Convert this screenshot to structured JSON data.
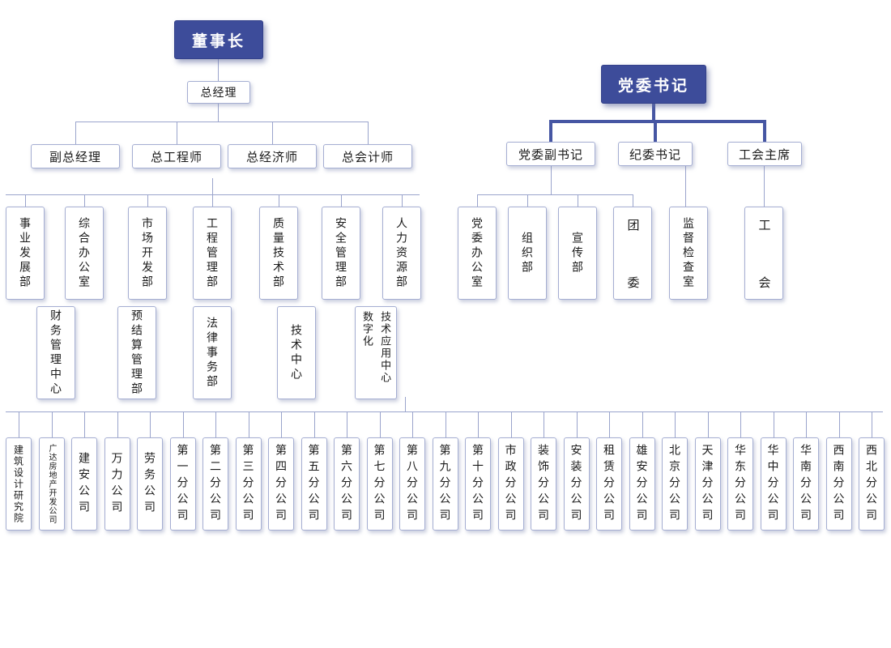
{
  "executive": {
    "chairman": "董事长",
    "general_manager": "总经理",
    "deputies": [
      "副总经理",
      "总工程师",
      "总经济师",
      "总会计师"
    ],
    "departments_row1": [
      "事业发展部",
      "综合办公室",
      "市场开发部",
      "工程管理部",
      "质量技术部",
      "安全管理部",
      "人力资源部"
    ],
    "departments_row2": [
      "财务管理中心",
      "预结算管理部",
      "法律事务部",
      "技术中心",
      "技术应用中心数字化"
    ]
  },
  "party": {
    "secretary": "党委书记",
    "leaders": [
      "党委副书记",
      "纪委书记",
      "工会主席"
    ],
    "party_offices": [
      "党委办公室",
      "组织部",
      "宣传部",
      "团委"
    ],
    "discipline_office": "监督检查室",
    "union_office": "工会"
  },
  "subsidiaries": [
    "建筑设计研究院",
    "广达房地产开发公司",
    "建安公司",
    "万力公司",
    "劳务公司",
    "第一分公司",
    "第二分公司",
    "第三分公司",
    "第四分公司",
    "第五分公司",
    "第六分公司",
    "第七分公司",
    "第八分公司",
    "第九分公司",
    "第十分公司",
    "市政分公司",
    "装饰分公司",
    "安装分公司",
    "租赁分公司",
    "雄安分公司",
    "北京分公司",
    "天津分公司",
    "华东分公司",
    "华中分公司",
    "华南分公司",
    "西南分公司",
    "西北分公司"
  ],
  "colors": {
    "accent": "#3d4c9a",
    "box_border": "#a5aed2",
    "line": "#9aa4cc",
    "line_thick": "#4656a3",
    "background": "#ffffff"
  }
}
